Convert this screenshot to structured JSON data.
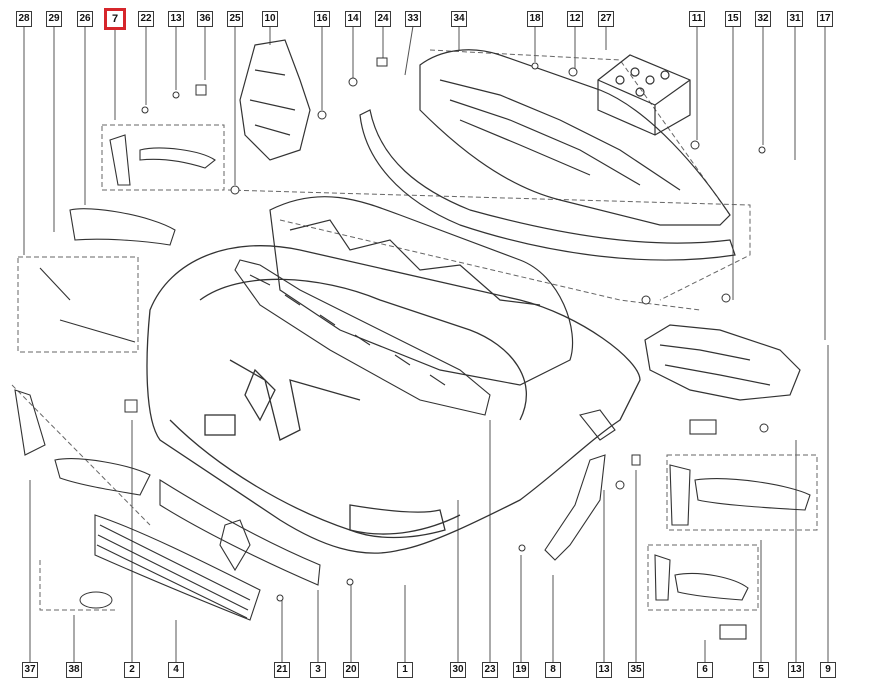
{
  "diagram": {
    "highlight_color": "#d6262b",
    "top_callouts": [
      "28",
      "29",
      "26",
      "7",
      "22",
      "13",
      "36",
      "25",
      "10",
      "16",
      "14",
      "24",
      "33",
      "34",
      "18",
      "12",
      "27",
      "11",
      "15",
      "32",
      "31",
      "17"
    ],
    "bottom_callouts": [
      "37",
      "38",
      "2",
      "4",
      "21",
      "3",
      "20",
      "1",
      "30",
      "23",
      "19",
      "8",
      "13",
      "35",
      "6",
      "5",
      "13",
      "9"
    ],
    "highlighted": "7"
  }
}
